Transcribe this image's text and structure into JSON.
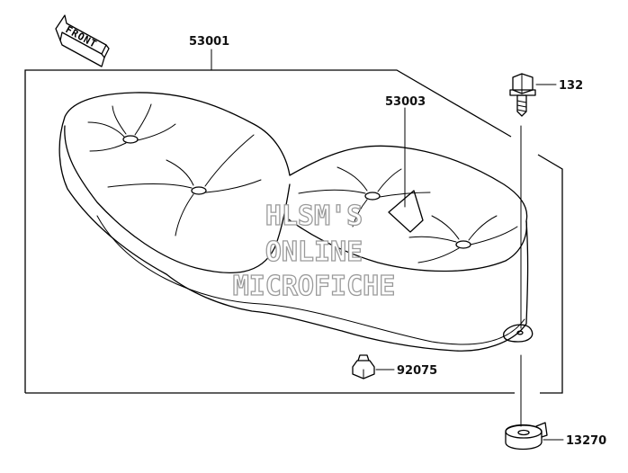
{
  "front_arrow": {
    "label": "FRONT"
  },
  "parts": {
    "seat_assembly": "53001",
    "rear_seat": "53003",
    "bolt": "132",
    "nut": "92075",
    "collar": "13270"
  },
  "watermark": {
    "line1": "HLSM'S",
    "line2": "ONLINE",
    "line3": "MICROFICHE"
  }
}
